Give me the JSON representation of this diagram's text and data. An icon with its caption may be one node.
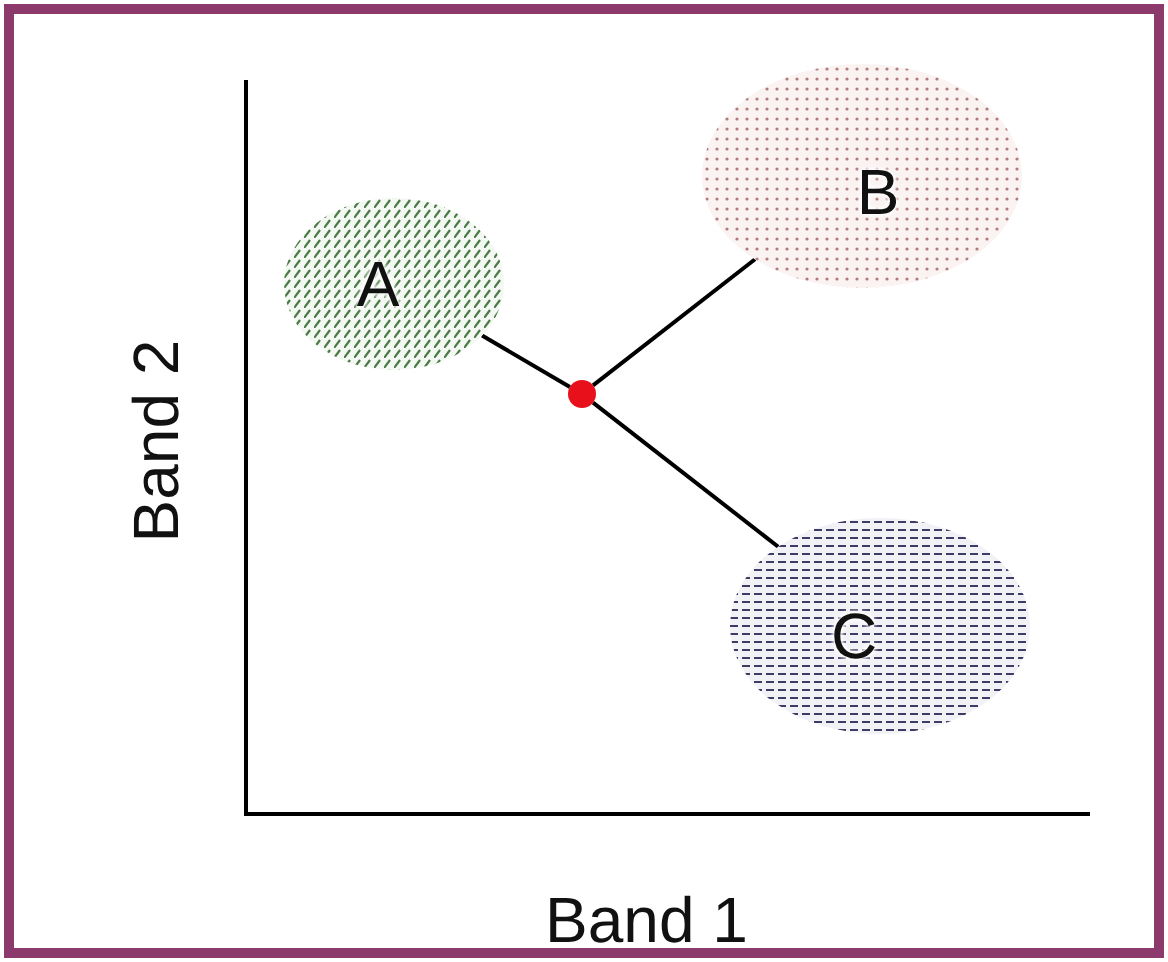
{
  "diagram": {
    "nodes": [
      {
        "text": [
          "A"
        ]
      },
      {
        "text": [
          "B"
        ]
      },
      {
        "text": [
          "C"
        ]
      },
      {
        "text": [],
        "shape": "circle"
      }
    ],
    "edges": [
      {
        "from": 3,
        "to": 0,
        "arrow": "none"
      },
      {
        "from": 3,
        "to": 1,
        "arrow": "none"
      },
      {
        "from": 3,
        "to": 2,
        "arrow": "none"
      }
    ],
    "labels": [
      "Band 2",
      "Band 1"
    ]
  }
}
